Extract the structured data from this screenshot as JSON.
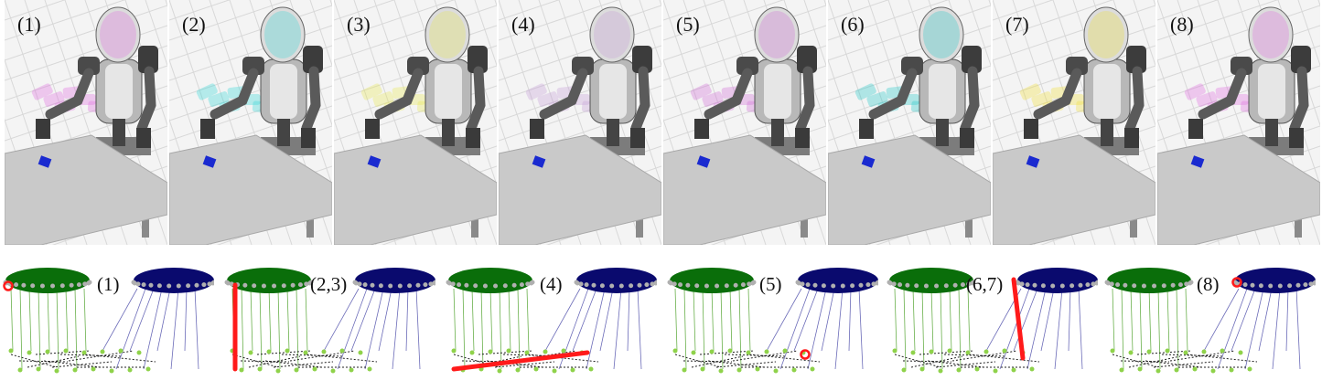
{
  "scene_panels": [
    {
      "label": "(1)",
      "ghost": "#e070e0"
    },
    {
      "label": "(2)",
      "ghost": "#3ad6d6"
    },
    {
      "label": "(3)",
      "ghost": "#e8e85a"
    },
    {
      "label": "(4)",
      "ghost": "#c7a0d6"
    },
    {
      "label": "(5)",
      "ghost": "#d070d8"
    },
    {
      "label": "(6)",
      "ghost": "#2bc9c9"
    },
    {
      "label": "(7)",
      "ghost": "#f0e040"
    },
    {
      "label": "(8)",
      "ghost": "#e070e0"
    }
  ],
  "graph_panels": [
    {
      "label": "(1)"
    },
    {
      "label": "(2,3)"
    },
    {
      "label": "(4)"
    },
    {
      "label": "(5)"
    },
    {
      "label": "(6,7)"
    },
    {
      "label": "(8)"
    }
  ],
  "colors": {
    "left_disk": "#0a6e0a",
    "right_disk": "#0a0a6e",
    "highlight": "#ff1a1a",
    "node": "#8fd24a",
    "grid": "#d8d8d8",
    "table": "#c9c9c9"
  }
}
